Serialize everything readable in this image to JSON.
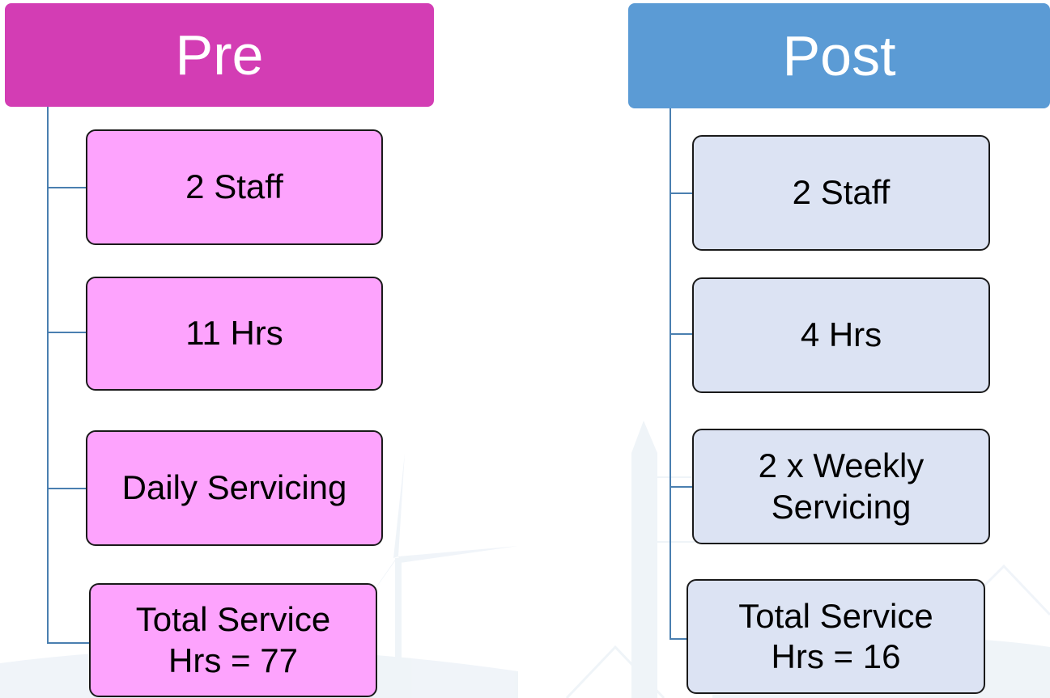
{
  "colors": {
    "pre_header": "#d33db4",
    "pre_box": "#fda3fd",
    "post_header": "#5b9bd5",
    "post_box": "#dce3f3",
    "connector": "#4a7fb0"
  },
  "pre": {
    "title": "Pre",
    "items": [
      {
        "line1": "2 Staff",
        "line2": ""
      },
      {
        "line1": "11 Hrs",
        "line2": ""
      },
      {
        "line1": "Daily Servicing",
        "line2": ""
      },
      {
        "line1": "Total Service",
        "line2": "Hrs = 77"
      }
    ]
  },
  "post": {
    "title": "Post",
    "items": [
      {
        "line1": "2 Staff",
        "line2": ""
      },
      {
        "line1": "4 Hrs",
        "line2": ""
      },
      {
        "line1": "2 x Weekly",
        "line2": "Servicing"
      },
      {
        "line1": "Total Service",
        "line2": "Hrs = 16"
      }
    ]
  }
}
